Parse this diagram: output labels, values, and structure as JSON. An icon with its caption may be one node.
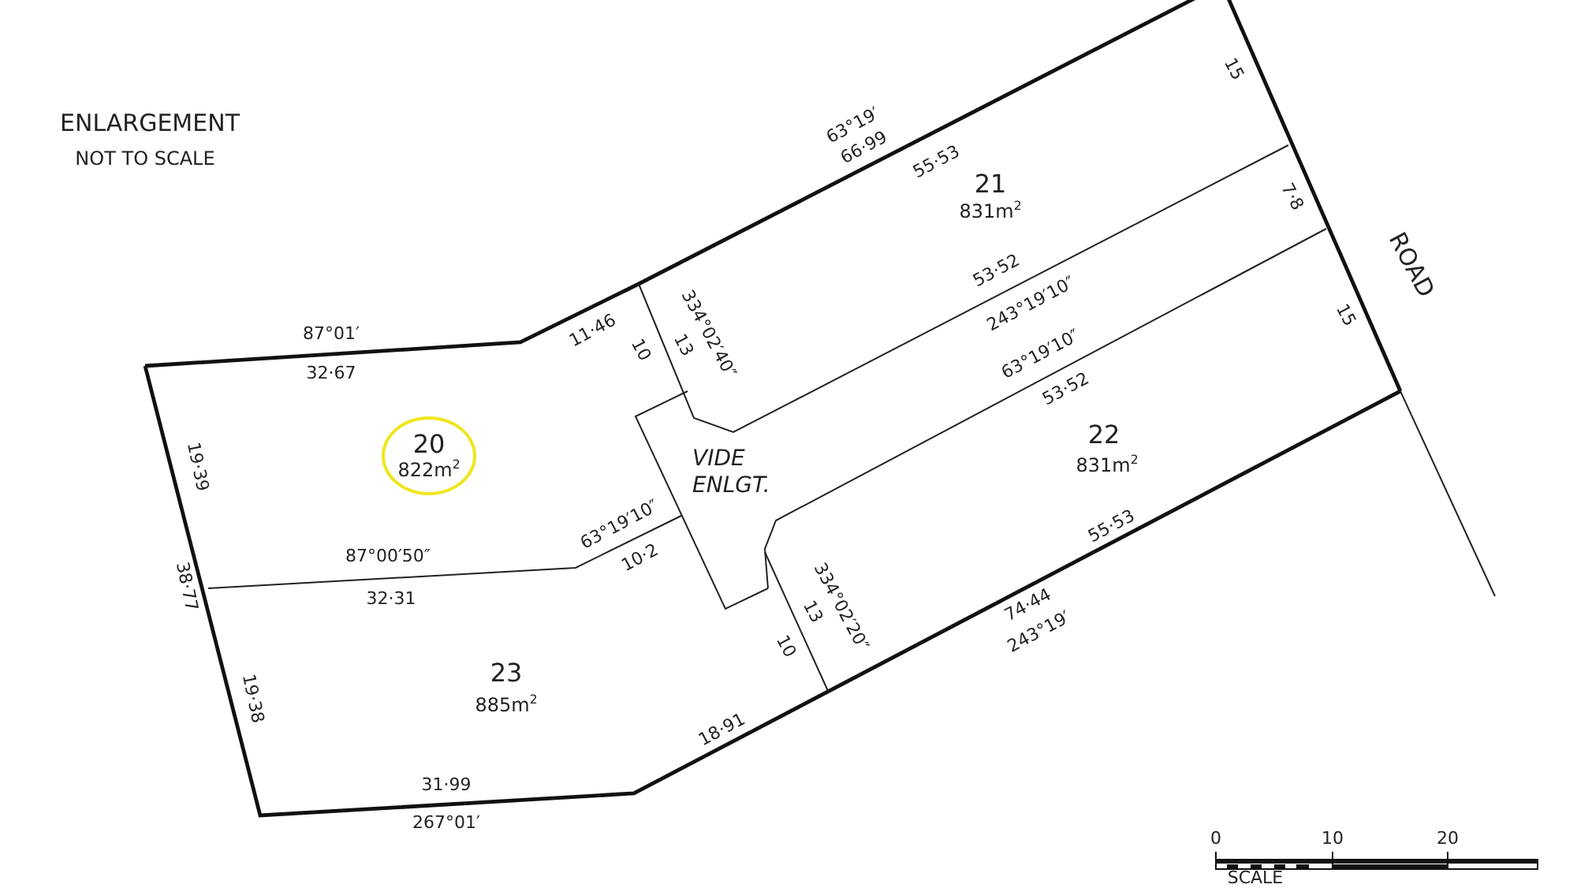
{
  "diagram": {
    "nodes": [
      {
        "text": [
          "20",
          "822m$^{2}$"
        ]
      }
    ],
    "edges": [],
    "labels": [
      "ENLARGEMENT",
      "NOT TO SCALE",
      "63°19′",
      "66·99",
      "15",
      "55·53",
      "21",
      "831m$^{2}$",
      "7·8",
      "ROAD",
      "87°01′",
      "11·46",
      "10",
      "13",
      "334°02′40″",
      "53·52",
      "243°19′10″",
      "15",
      "32·67",
      "63°19′10″",
      "53·52",
      "VIDE ENLGT.",
      "22",
      "831m$^{2}$",
      "19·39",
      "63°19′10″",
      "87°00′50″",
      "10·2",
      "55·53",
      "38·77",
      "32·31",
      "13",
      "334°02′20″",
      "10",
      "74·44",
      "243°19′",
      "23",
      "885m$^{2}$",
      "19·38",
      "18·91",
      "31·99",
      "267°01′",
      "0",
      "10",
      "20",
      "SCALE"
    ]
  }
}
